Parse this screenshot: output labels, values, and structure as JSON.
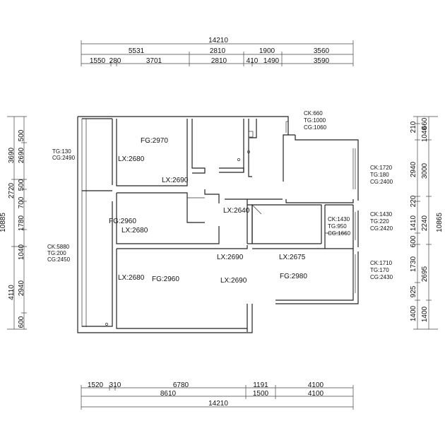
{
  "dimensions": {
    "top_total": "14210",
    "top_row2": [
      "5531",
      "2810",
      "1900",
      "3560"
    ],
    "top_row3": [
      "1550",
      "280",
      "3701",
      "2810",
      "410",
      "1490",
      "3590"
    ],
    "bottom_row1": [
      "1520",
      "310",
      "6780",
      "1191",
      "4100"
    ],
    "bottom_row2": [
      "8610",
      "1500",
      "4100"
    ],
    "bottom_total": "14210",
    "left_total": "10885",
    "left_col2": [
      "3690",
      "2720",
      "4110"
    ],
    "left_col3": [
      "500",
      "2690",
      "500",
      "700",
      "1780",
      "1040",
      "2940",
      "600"
    ],
    "right_total": "10865",
    "right_col2": [
      "660",
      "3000",
      "2240",
      "2695",
      "1400"
    ],
    "right_col3": [
      "210",
      "1040",
      "2940",
      "220",
      "1410",
      "600",
      "1730",
      "925",
      "1400"
    ]
  },
  "rooms": {
    "fg_top": "FG:2970",
    "lx_top": "LX:2680",
    "lx_hall": "LX:2690",
    "fg_mid": "FG:2960",
    "lx_mid": "LX:2680",
    "lx_center": "LX:2640",
    "lx_center2": "LX:2690",
    "lx_right": "LX:2675",
    "lx_bottom_left": "LX:2680",
    "fg_bottom": "FG:2960",
    "lx_bottom_center": "LX:2690",
    "fg_right": "FG:2980"
  },
  "window_notes": {
    "left_top": [
      "TG:130",
      "CG:2490"
    ],
    "left_bottom": [
      "CK:5880",
      "TG:200",
      "CG:2450"
    ],
    "top_kitchen": [
      "CK:660",
      "TG:1000",
      "CG:1060"
    ],
    "right_1": [
      "CK:1720",
      "TG:180",
      "CG:2400"
    ],
    "right_2": [
      "CK:1430",
      "TG:220",
      "CG:2420"
    ],
    "inner_bath": [
      "CK:1430",
      "TG:950",
      "CG:1660"
    ],
    "right_3": [
      "CK:1710",
      "TG:170",
      "CG:2430"
    ]
  }
}
